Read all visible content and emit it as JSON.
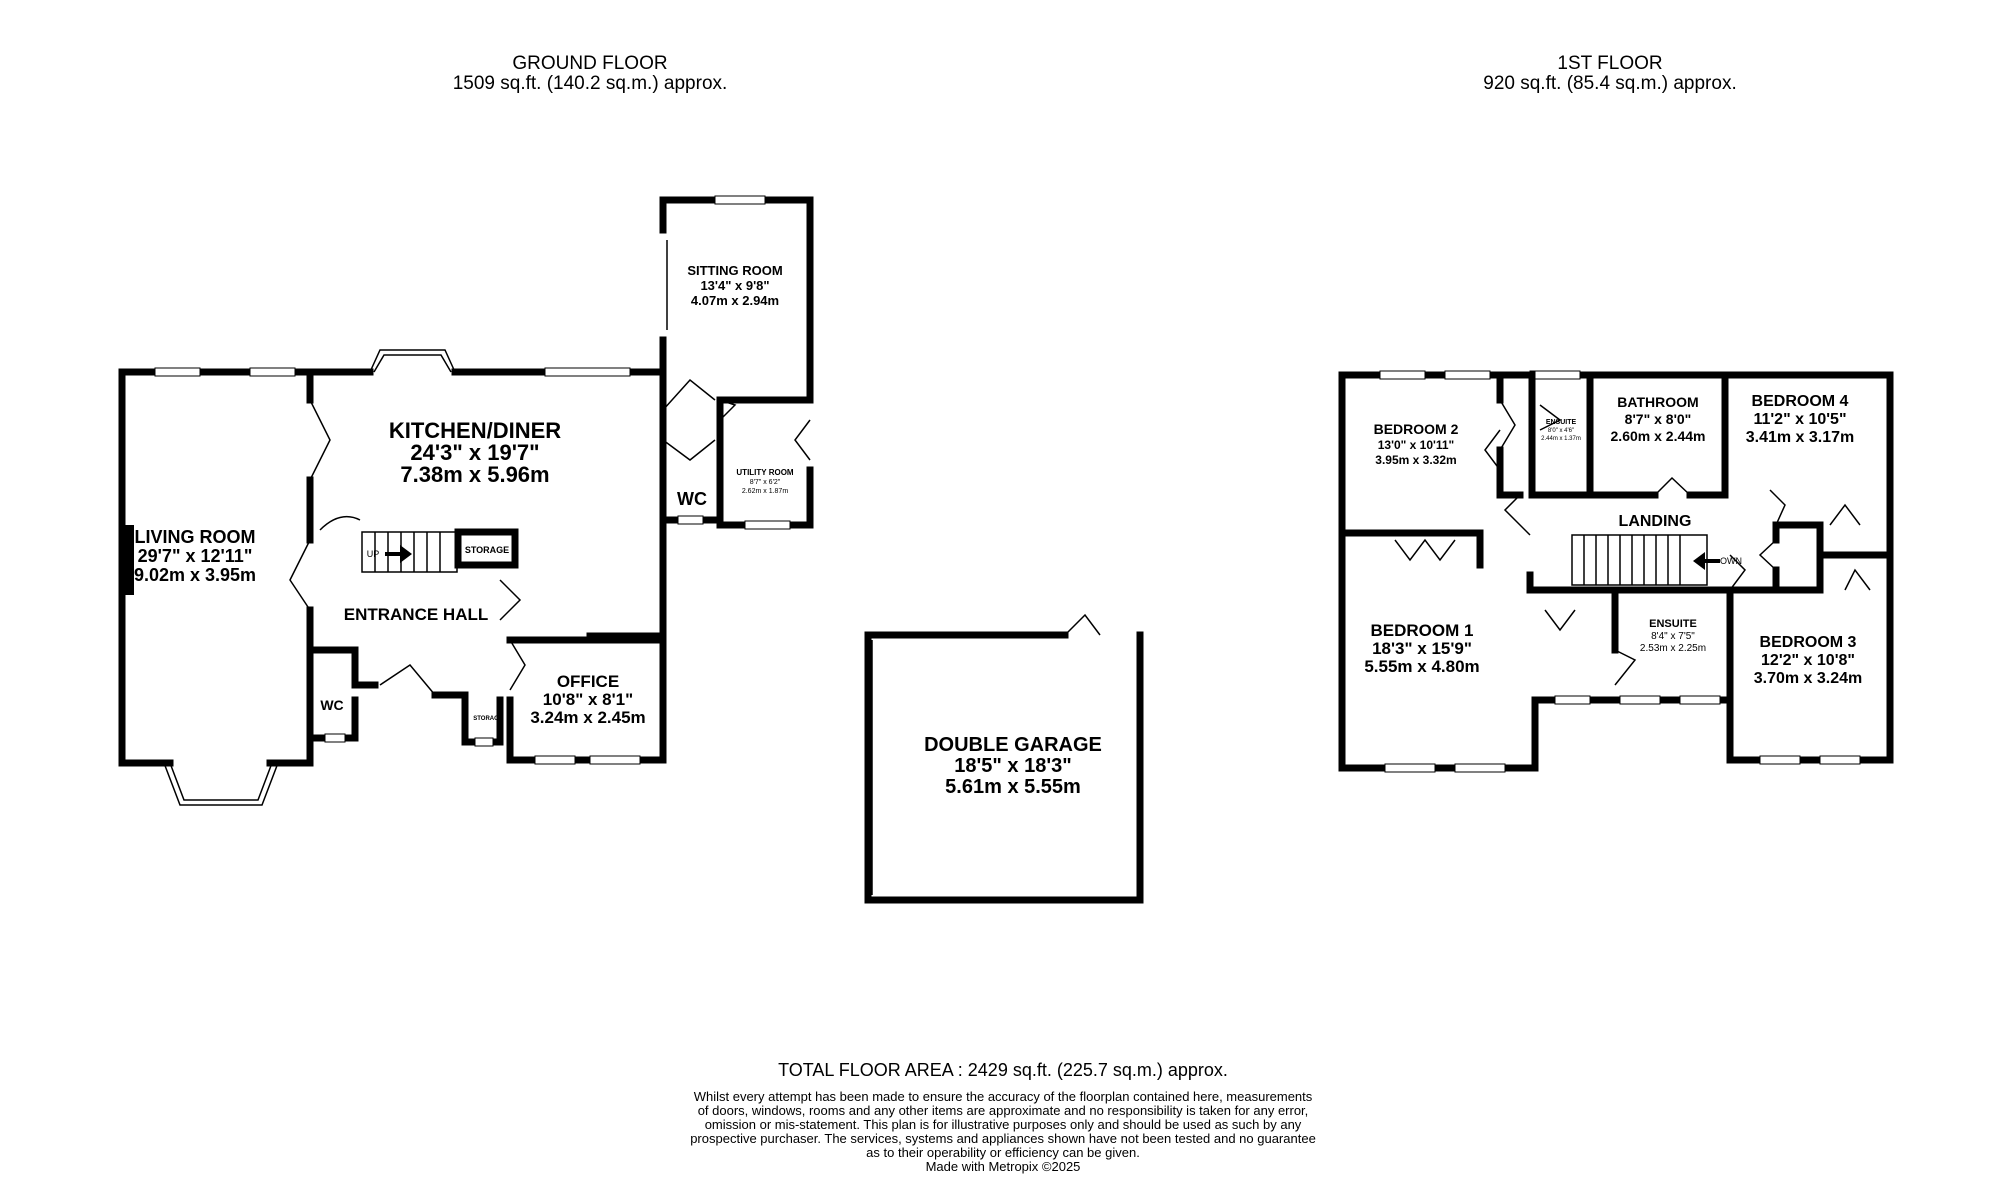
{
  "ground_floor": {
    "title": "GROUND FLOOR",
    "area": "1509 sq.ft. (140.2 sq.m.) approx.",
    "rooms": {
      "living": {
        "name": "LIVING ROOM",
        "imp": "29'7\"  x 12'11\"",
        "met": "9.02m  x 3.95m"
      },
      "kitchen": {
        "name": "KITCHEN/DINER",
        "imp": "24'3\"  x 19'7\"",
        "met": "7.38m  x 5.96m"
      },
      "sitting": {
        "name": "SITTING ROOM",
        "imp": "13'4\"  x 9'8\"",
        "met": "4.07m  x 2.94m"
      },
      "utility": {
        "name": "UTILITY ROOM",
        "imp": "8'7\"  x 6'2\"",
        "met": "2.62m  x 1.87m"
      },
      "wc_kitchen": {
        "name": "WC"
      },
      "entrance": {
        "name": "ENTRANCE HALL"
      },
      "storage_stairs": {
        "name": "STORAGE"
      },
      "wc_hall": {
        "name": "WC"
      },
      "storage_hall": {
        "name": "STORAGE"
      },
      "office": {
        "name": "OFFICE",
        "imp": "10'8\"  x 8'1\"",
        "met": "3.24m  x 2.45m"
      },
      "stairs_label": "UP"
    }
  },
  "garage": {
    "name": "DOUBLE GARAGE",
    "imp": "18'5\"  x 18'3\"",
    "met": "5.61m  x 5.55m"
  },
  "first_floor": {
    "title": "1ST FLOOR",
    "area": "920 sq.ft. (85.4 sq.m.) approx.",
    "rooms": {
      "bed2": {
        "name": "BEDROOM 2",
        "imp": "13'0\"  x 10'11\"",
        "met": "3.95m  x 3.32m"
      },
      "ensuite_small": {
        "name": "ENSUITE",
        "imp": "8'0\"  x 4'6\"",
        "met": "2.44m  x 1.37m"
      },
      "bathroom": {
        "name": "BATHROOM",
        "imp": "8'7\"  x 8'0\"",
        "met": "2.60m  x 2.44m"
      },
      "bed4": {
        "name": "BEDROOM 4",
        "imp": "11'2\"  x 10'5\"",
        "met": "3.41m  x 3.17m"
      },
      "landing": {
        "name": "LANDING"
      },
      "bed1": {
        "name": "BEDROOM 1",
        "imp": "18'3\"  x 15'9\"",
        "met": "5.55m  x 4.80m"
      },
      "ensuite": {
        "name": "ENSUITE",
        "imp": "8'4\"  x 7'5\"",
        "met": "2.53m  x 2.25m"
      },
      "bed3": {
        "name": "BEDROOM 3",
        "imp": "12'2\"  x 10'8\"",
        "met": "3.70m  x 3.24m"
      },
      "stairs_label": "OWN"
    }
  },
  "footer": {
    "total": "TOTAL FLOOR AREA : 2429 sq.ft. (225.7 sq.m.) approx.",
    "disclaimer": [
      "Whilst every attempt has been made to ensure the accuracy of the floorplan contained here, measurements",
      "of doors, windows, rooms and any other items are approximate and no responsibility is taken for any error,",
      "omission or mis-statement. This plan is for illustrative purposes only and should be used as such by any",
      "prospective purchaser. The services, systems and appliances shown have not been tested and no guarantee",
      "as to their operability or efficiency can be given."
    ],
    "credit": "Made with Metropix ©2025"
  }
}
